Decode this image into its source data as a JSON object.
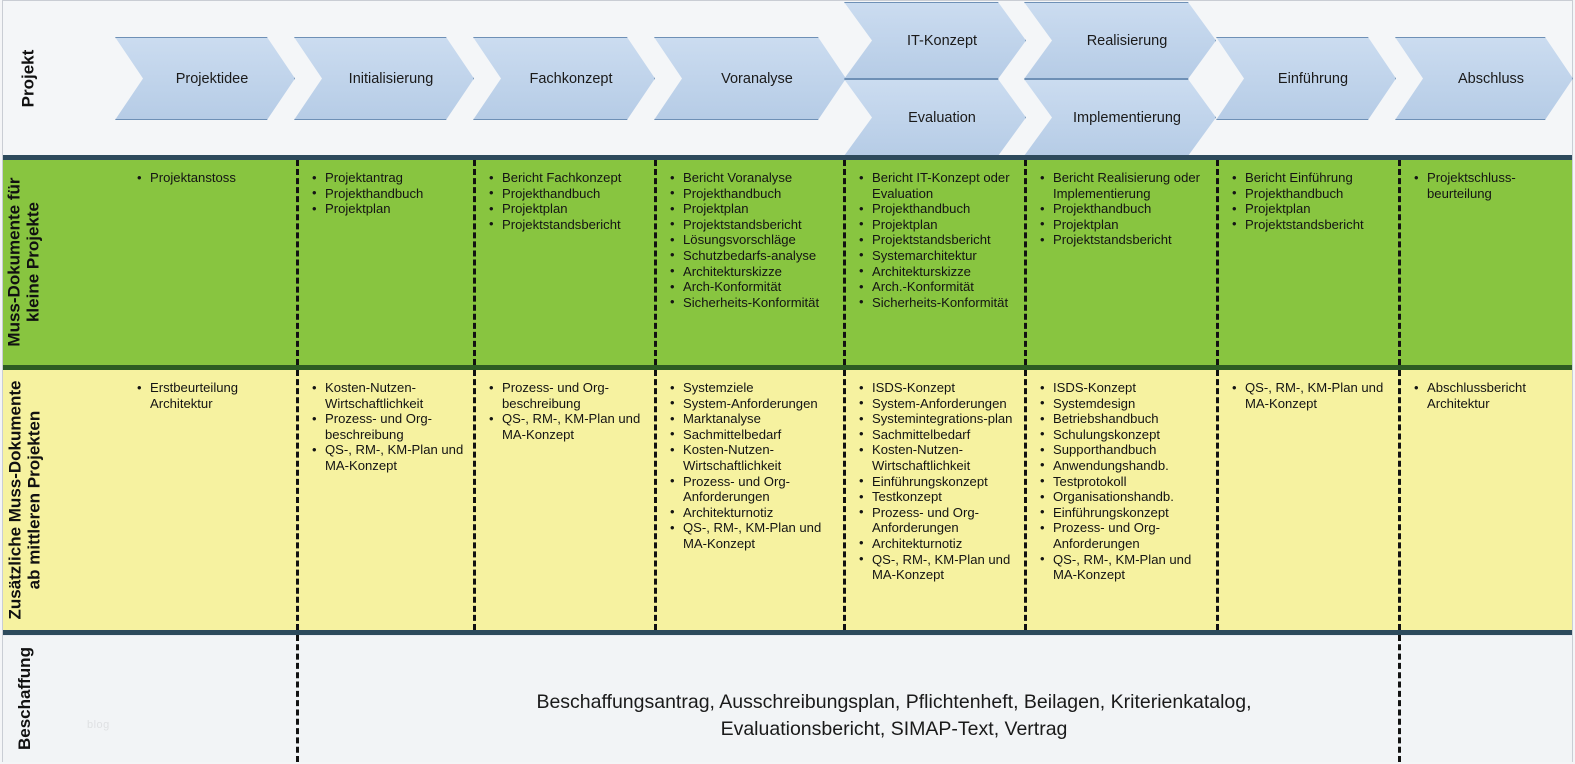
{
  "diagram": {
    "row_labels": {
      "projekt": {
        "line1": "Projekt",
        "line2": ""
      },
      "muss_klein": {
        "line1": "Muss-Dokumente für",
        "line2": "kleine Projekte"
      },
      "muss_mittel": {
        "line1": "Zusätzliche Muss-Dokumente",
        "line2": "ab mittleren Projekten"
      },
      "beschaffung": {
        "line1": "Beschaffung",
        "line2": ""
      }
    },
    "colors": {
      "green_row": "#88c540",
      "yellow_row": "#f6f2a0",
      "chevron_fill": "#bdd0e8",
      "chevron_border": "#6e90b6",
      "navy_border": "#2d4a5c",
      "dark_green_border": "#2d5c23",
      "background": "#f4f6f8"
    },
    "watermark": "blog",
    "phases": [
      {
        "id": "projektidee",
        "label": "Projektidee",
        "split": false
      },
      {
        "id": "initialisierung",
        "label": "Initialisierung",
        "split": false
      },
      {
        "id": "fachkonzept",
        "label": "Fachkonzept",
        "split": false
      },
      {
        "id": "voranalyse",
        "label": "Voranalyse",
        "split": false
      },
      {
        "id": "it-konzept",
        "label": "IT-Konzept",
        "label_lower": "Evaluation",
        "split": true
      },
      {
        "id": "realisierung",
        "label": "Realisierung",
        "label_lower": "Implementierung",
        "split": true
      },
      {
        "id": "einfuehrung",
        "label": "Einführung",
        "split": false
      },
      {
        "id": "abschluss",
        "label": "Abschluss",
        "split": false
      }
    ],
    "muss_klein_items": [
      [
        "Projektanstoss"
      ],
      [
        "Projektantrag",
        "Projekthandbuch",
        "Projektplan"
      ],
      [
        "Bericht Fachkonzept",
        "Projekthandbuch",
        "Projektplan",
        "Projektstandsbericht"
      ],
      [
        "Bericht Voranalyse",
        "Projekthandbuch",
        "Projektplan",
        "Projektstandsbericht",
        "Lösungsvorschläge",
        "Schutzbedarfs-analyse",
        "Architekturskizze",
        "Arch-Konformität",
        "Sicherheits-Konformität"
      ],
      [
        "Bericht IT-Konzept oder Evaluation",
        "Projekthandbuch",
        "Projektplan",
        "Projektstandsbericht",
        "Systemarchitektur",
        "Architekturskizze",
        "Arch.-Konformität",
        "Sicherheits-Konformität"
      ],
      [
        "Bericht Realisierung oder Implementierung",
        "Projekthandbuch",
        "Projektplan",
        "Projektstandsbericht"
      ],
      [
        "Bericht Einführung",
        "Projekthandbuch",
        "Projektplan",
        "Projektstandsbericht"
      ],
      [
        "Projektschluss-beurteilung"
      ]
    ],
    "muss_mittel_items": [
      [
        "Erstbeurteilung Architektur"
      ],
      [
        "Kosten-Nutzen-Wirtschaftlichkeit",
        "Prozess- und Org-beschreibung",
        "QS-, RM-, KM-Plan und MA-Konzept"
      ],
      [
        "Prozess- und Org-beschreibung",
        "QS-, RM-, KM-Plan und MA-Konzept"
      ],
      [
        "Systemziele",
        "System-Anforderungen",
        "Marktanalyse",
        "Sachmittelbedarf",
        "Kosten-Nutzen-Wirtschaftlichkeit",
        "Prozess- und Org-Anforderungen",
        "Architekturnotiz",
        "QS-, RM-, KM-Plan und MA-Konzept"
      ],
      [
        "ISDS-Konzept",
        "System-Anforderungen",
        "Systemintegrations-plan",
        "Sachmittelbedarf",
        "Kosten-Nutzen-Wirtschaftlichkeit",
        "Einführungskonzept",
        "Testkonzept",
        "Prozess- und Org-Anforderungen",
        "Architekturnotiz",
        "QS-, RM-, KM-Plan und MA-Konzept"
      ],
      [
        "ISDS-Konzept",
        "Systemdesign",
        "Betriebshandbuch",
        "Schulungskonzept",
        "Supporthandbuch",
        "Anwendungshandb.",
        "Testprotokoll",
        "Organisationshandb.",
        "Einführungskonzept",
        "Prozess- und Org-Anforderungen",
        "QS-, RM-, KM-Plan und MA-Konzept"
      ],
      [
        "QS-, RM-, KM-Plan und MA-Konzept"
      ],
      [
        "Abschlussbericht Architektur"
      ]
    ],
    "beschaffung_text": {
      "line1": "Beschaffungsantrag, Ausschreibungsplan, Pflichtenheft, Beilagen, Kriterienkatalog,",
      "line2": "Evaluationsbericht, SIMAP-Text, Vertrag"
    }
  }
}
